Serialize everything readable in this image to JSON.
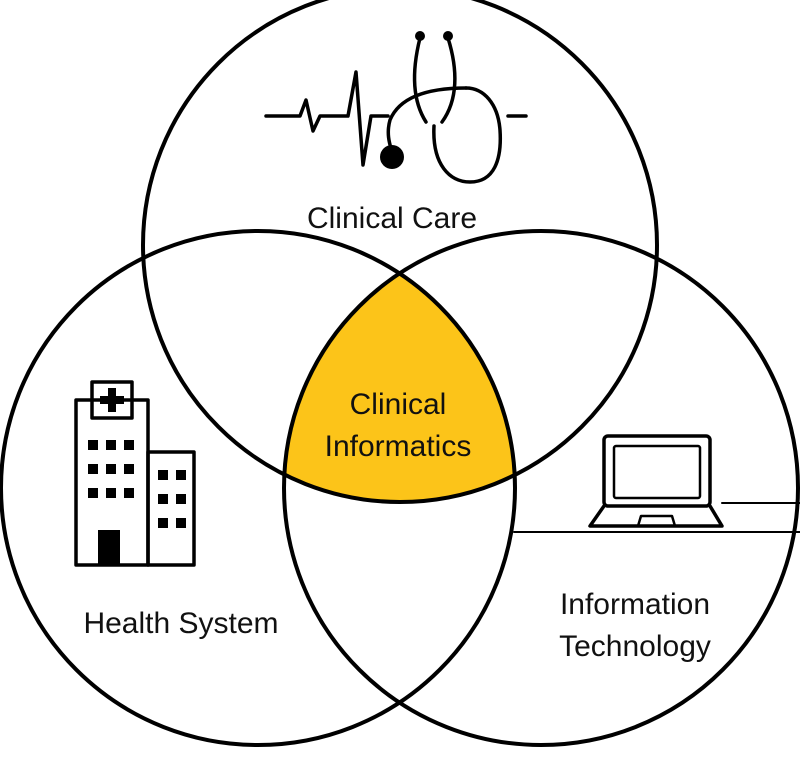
{
  "diagram": {
    "colors": {
      "stroke": "#000000",
      "intersection": "#FCC419",
      "background": "#ffffff"
    },
    "circles": [
      {
        "label": "Clinical Care",
        "icon": "stethoscope-ecg-icon"
      },
      {
        "label": "Health System",
        "icon": "hospital-building-icon"
      },
      {
        "label_line1": "Information",
        "label_line2": "Technology",
        "icon": "laptop-icon"
      }
    ],
    "center": {
      "line1": "Clinical",
      "line2": "Informatics"
    }
  }
}
